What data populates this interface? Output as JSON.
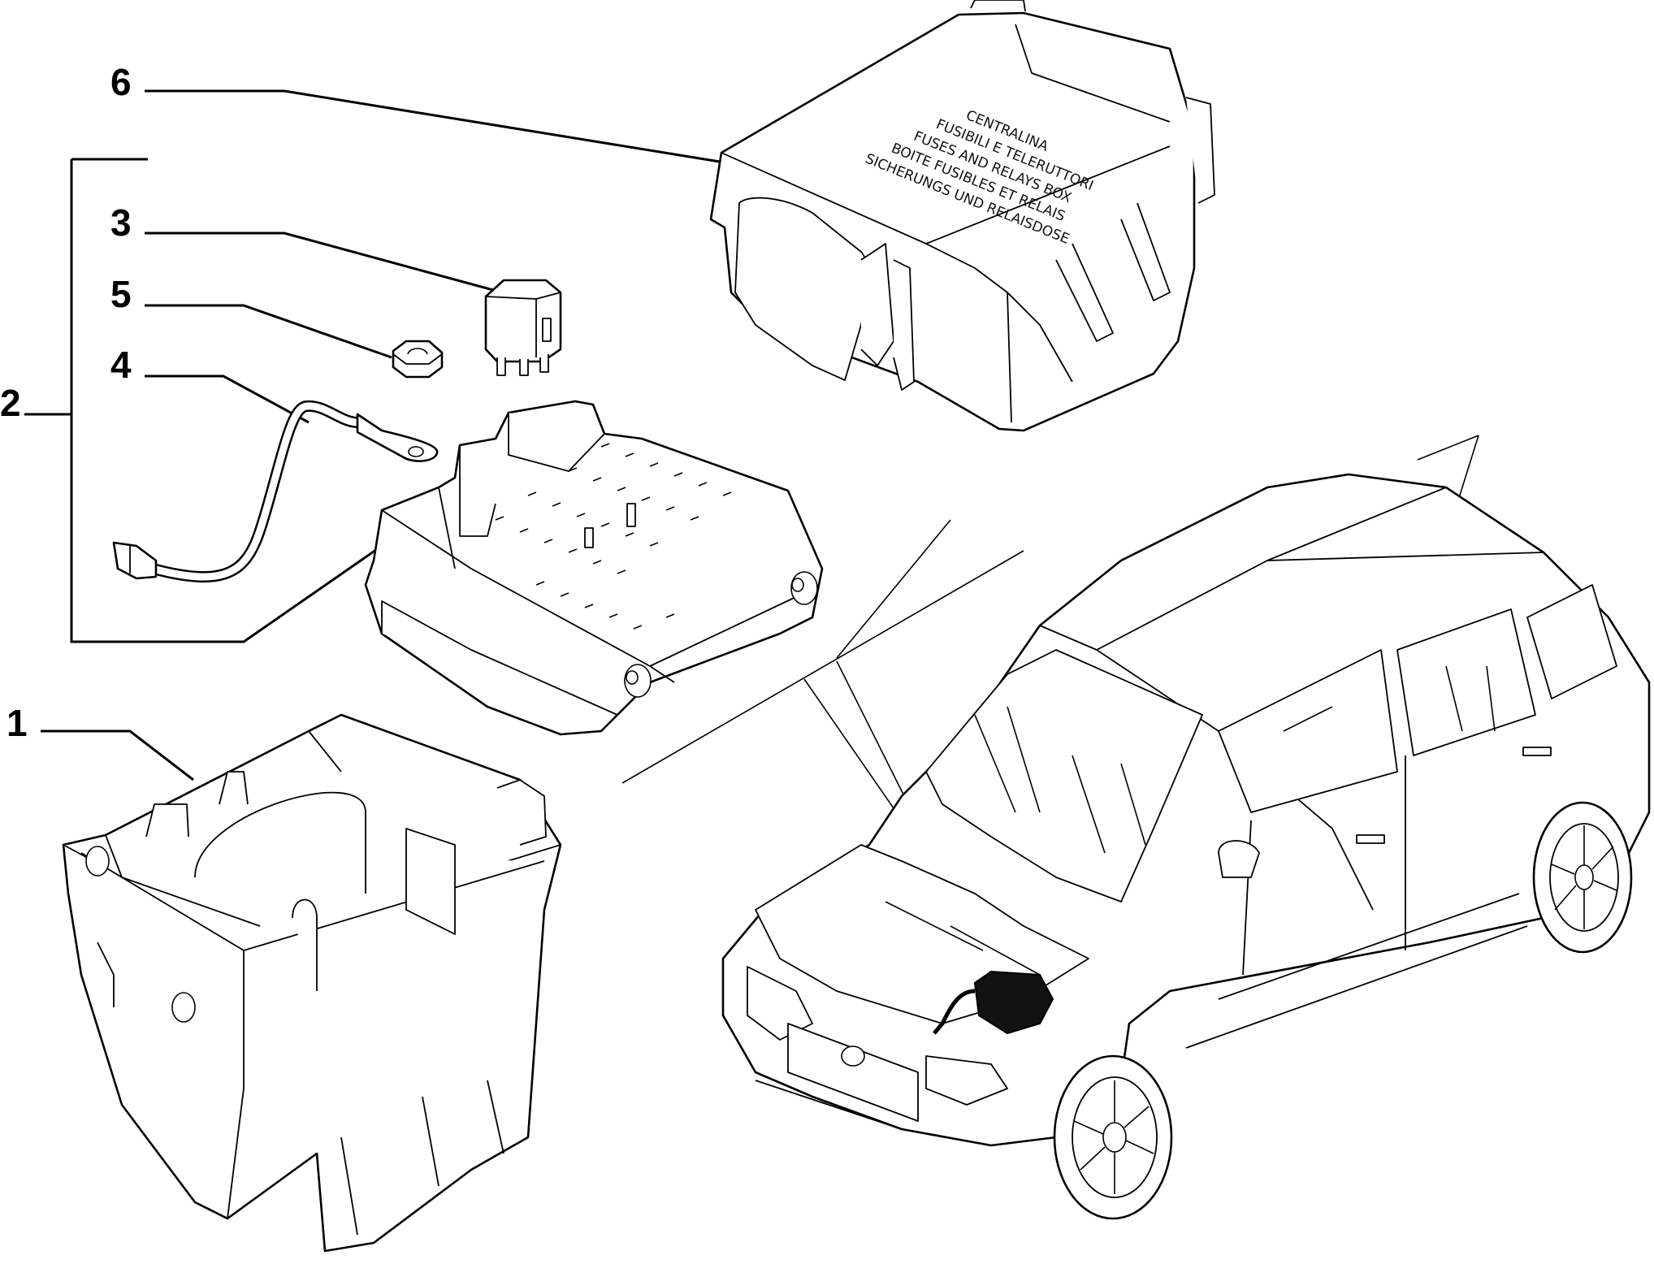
{
  "callouts": {
    "c1": "1",
    "c2": "2",
    "c3": "3",
    "c4": "4",
    "c5": "5",
    "c6": "6"
  },
  "cover_label": {
    "line1": "CENTRALINA",
    "line2": "FUSIBILI E TELERUTTORI",
    "line3": "FUSES AND RELAYS BOX",
    "line4": "BOITE FUSIBLES ET RELAIS",
    "line5": "SICHERUNGS UND RELAISDOSE"
  },
  "colors": {
    "line": "#000000",
    "background": "#ffffff",
    "fill_dark": "#111111"
  }
}
